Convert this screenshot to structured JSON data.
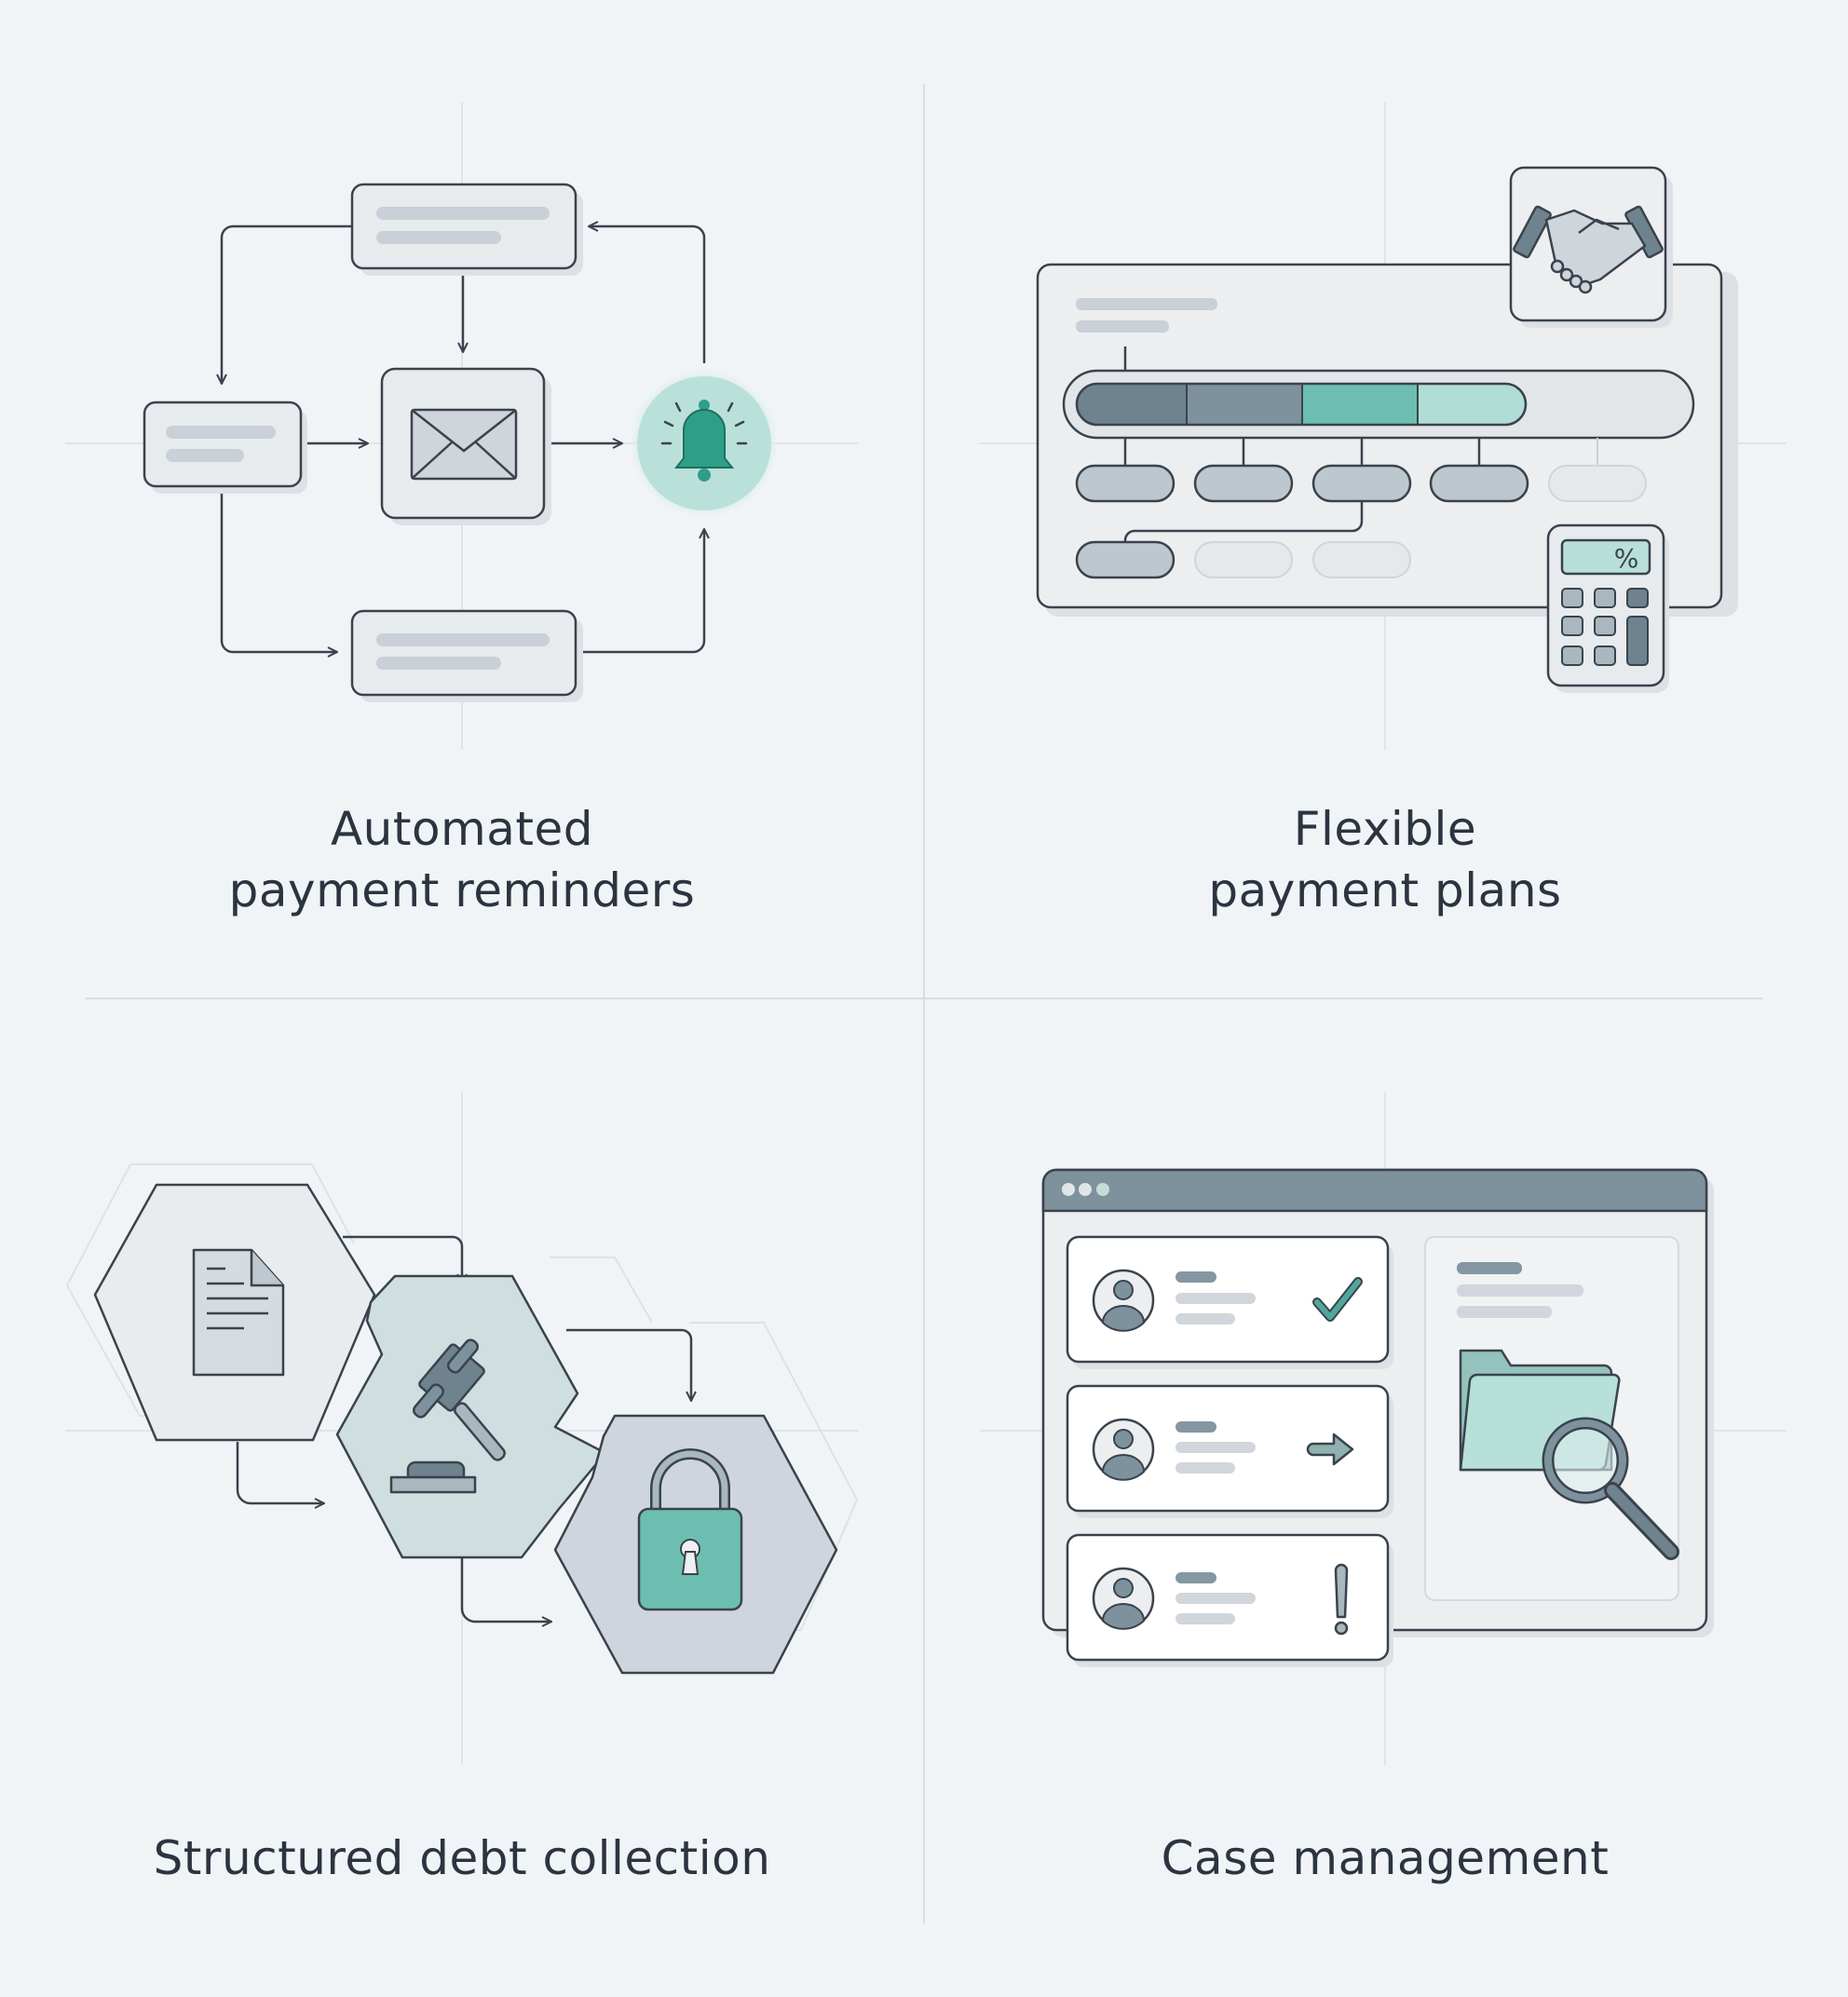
{
  "colors": {
    "background": "#f1f4f6",
    "stroke": "#3a434d",
    "card_fill": "#e8ebee",
    "placeholder_bar": "#c9d0d7",
    "teal": "#3aa892",
    "teal_light": "#b6e0d8",
    "slate": "#6f838f",
    "slate_light": "#a9b7bf",
    "divider": "#d8dde2"
  },
  "panels": [
    {
      "id": "reminders",
      "caption_lines": [
        "Automated",
        "payment reminders"
      ],
      "icons": [
        "envelope-icon",
        "bell-icon"
      ]
    },
    {
      "id": "plans",
      "caption_lines": [
        "Flexible",
        "payment plans"
      ],
      "icons": [
        "handshake-icon",
        "calculator-icon",
        "percent-icon"
      ],
      "progress_segments": 4
    },
    {
      "id": "collection",
      "caption_lines": [
        "Structured debt collection"
      ],
      "icons": [
        "document-icon",
        "gavel-icon",
        "padlock-icon"
      ]
    },
    {
      "id": "cases",
      "caption_lines": [
        "Case management"
      ],
      "icons": [
        "avatar-icon",
        "checkmark-icon",
        "arrow-right-icon",
        "exclamation-icon",
        "folder-icon",
        "magnifier-icon"
      ]
    }
  ]
}
